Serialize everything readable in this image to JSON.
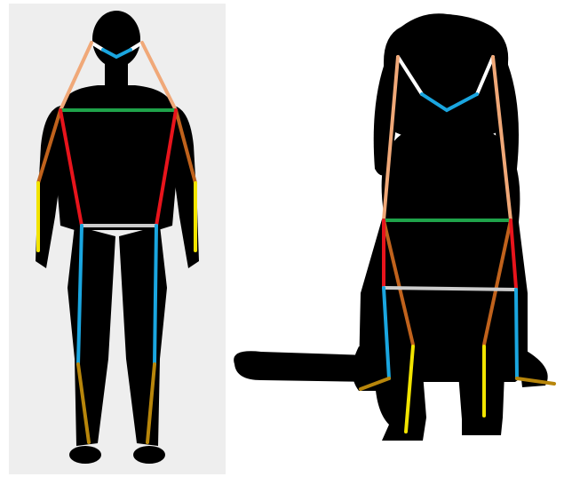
{
  "panels": [
    {
      "id": "human",
      "subject": "human-silhouette"
    },
    {
      "id": "dog",
      "subject": "dog-silhouette"
    }
  ],
  "colors": {
    "background_human": "#eeeeee",
    "background_dog": "#ffffff",
    "silhouette": "#000000",
    "head_center": "#1aa6e0",
    "head_outer": "#ffffff",
    "neck": "#f0a878",
    "shoulders": "#1fa34a",
    "upper_limb": "#c0621c",
    "lower_limb": "#f2e400",
    "torso": "#e8141c",
    "hips": "#cccccc",
    "leg": "#1aa6e0",
    "foot": "#b8860b"
  },
  "skeleton_parts": [
    "head",
    "neck",
    "shoulders",
    "arms",
    "forearms",
    "torso",
    "hips",
    "legs",
    "feet"
  ]
}
